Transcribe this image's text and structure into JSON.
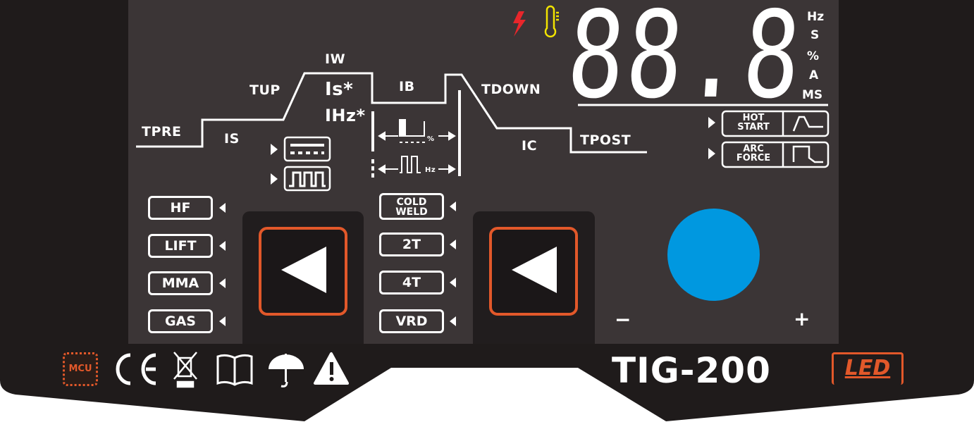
{
  "colors": {
    "panel": "#3b3536",
    "body": "#1f1b1b",
    "accent": "#e2582a",
    "knob": "#0098e0",
    "warning": "#e8262b",
    "temp": "#f2e400"
  },
  "process": {
    "tpre": "TPRE",
    "is": "IS",
    "tup": "TUP",
    "iw": "IW",
    "is_star": "Is*",
    "ihz_star": "IHz*",
    "ib": "IB",
    "tdown": "TDOWN",
    "ic": "IC",
    "tpost": "TPOST",
    "pct": "%",
    "hz": "Hz"
  },
  "display": {
    "value": "88.8",
    "units": [
      "Hz",
      "S",
      "%",
      "A",
      "MS"
    ]
  },
  "mma": {
    "hot_start": [
      "HOT",
      "START"
    ],
    "arc_force": [
      "ARC",
      "FORCE"
    ]
  },
  "left_modes": [
    "HF",
    "LIFT",
    "MMA",
    "GAS"
  ],
  "right_modes": {
    "cold_weld": [
      "COLD",
      "WELD"
    ],
    "t2": "2T",
    "t4": "4T",
    "vrd": "VRD"
  },
  "knob": {
    "minus": "−",
    "plus": "+"
  },
  "certs": {
    "mcu": "MCU"
  },
  "brand": {
    "model": "TIG-200",
    "badge": "LED"
  },
  "icons": [
    "lightning-icon",
    "thermometer-icon",
    "mcu-chip-icon",
    "ce-mark-icon",
    "weee-bin-icon",
    "manual-icon",
    "umbrella-icon",
    "warning-icon"
  ]
}
